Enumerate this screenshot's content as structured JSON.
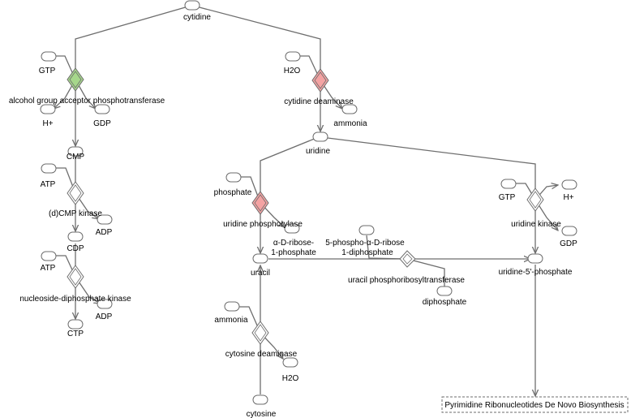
{
  "metabolites": {
    "cytidine": "cytidine",
    "gtp1": "GTP",
    "h2o1": "H2O",
    "hplus1": "H+",
    "gdp1": "GDP",
    "ammonia1": "ammonia",
    "cmp": "CMP",
    "uridine": "uridine",
    "atp1": "ATP",
    "phosphate": "phosphate",
    "gtp2": "GTP",
    "hplus2": "H+",
    "adp1": "ADP",
    "gdp2": "GDP",
    "cdp": "CDP",
    "ribose1p_line1": "α-D-ribose-",
    "ribose1p_line2": "1-phosphate",
    "prpp_line1": "5-phospho-α-D-ribose",
    "prpp_line2": "1-diphosphate",
    "atp2": "ATP",
    "uracil": "uracil",
    "ump": "uridine-5'-phosphate",
    "adp2": "ADP",
    "diphosphate": "diphosphate",
    "ctp": "CTP",
    "ammonia2": "ammonia",
    "h2o2": "H2O",
    "cytosine": "cytosine"
  },
  "enzymes": {
    "alcohol_phosphotransferase": "alcohol group acceptor phosphotransferase",
    "cytidine_deaminase": "cytidine deaminase",
    "dcmp_kinase": "(d)CMP kinase",
    "uridine_phosphorylase": "uridine phosphorylase",
    "uridine_kinase": "uridine kinase",
    "ndp_kinase": "nucleoside-diphosphate kinase",
    "uprt": "uracil phosphoribosyltransferase",
    "cytosine_deaminase": "cytosine deaminase"
  },
  "pathway_link": "Pyrimidine Ribonucleotides De Novo Biosynthesis",
  "colors": {
    "upregulated": "#f4a3a3",
    "downregulated": "#a6d78b",
    "neutral": "#ffffff",
    "edge": "#6e6e6e"
  }
}
